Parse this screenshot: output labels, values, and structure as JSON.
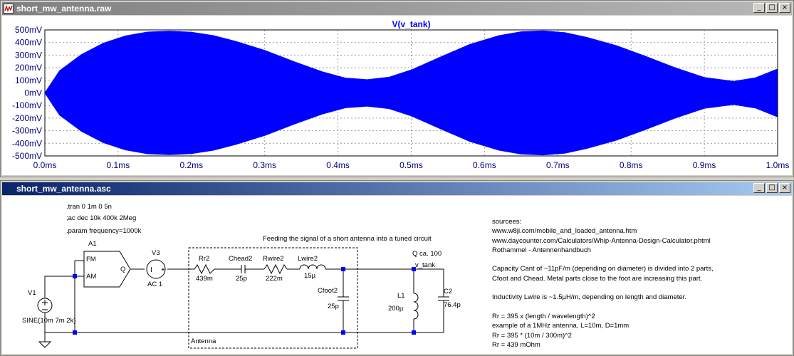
{
  "plot_window": {
    "title": "short_mw_antenna.raw",
    "trace_label": "V(v_tank)",
    "buttons": {
      "minimize": "_",
      "restore": "□",
      "close": "×"
    }
  },
  "chart_data": {
    "type": "area",
    "title": "V(v_tank)",
    "xlabel": "",
    "ylabel": "",
    "xlim": [
      0,
      1.0
    ],
    "ylim": [
      -500,
      500
    ],
    "x_tick_labels": [
      "0.0ms",
      "0.1ms",
      "0.2ms",
      "0.3ms",
      "0.4ms",
      "0.5ms",
      "0.6ms",
      "0.7ms",
      "0.8ms",
      "0.9ms",
      "1.0ms"
    ],
    "y_tick_labels": [
      "500mV",
      "400mV",
      "300mV",
      "200mV",
      "100mV",
      "0mV",
      "-100mV",
      "-200mV",
      "-300mV",
      "-400mV",
      "-500mV"
    ],
    "grid": true,
    "color": "#0000ff",
    "envelope": {
      "x": [
        0,
        0.02,
        0.05,
        0.08,
        0.11,
        0.14,
        0.17,
        0.2,
        0.23,
        0.26,
        0.3,
        0.34,
        0.38,
        0.41,
        0.44,
        0.47,
        0.5,
        0.54,
        0.58,
        0.62,
        0.65,
        0.68,
        0.71,
        0.74,
        0.78,
        0.82,
        0.86,
        0.9,
        0.94,
        0.97,
        1.0
      ],
      "upper": [
        0,
        175,
        305,
        395,
        452,
        483,
        490,
        482,
        455,
        410,
        338,
        248,
        165,
        118,
        105,
        125,
        182,
        285,
        385,
        455,
        485,
        492,
        478,
        440,
        375,
        290,
        200,
        122,
        92,
        120,
        190
      ]
    }
  },
  "schematic_window": {
    "title": "short_mw_antenna.asc",
    "buttons": {
      "minimize": "_",
      "restore": "□",
      "close": "×"
    },
    "directives": [
      ".tran 0 1m 0 5n",
      ";ac dec 10k 400k 2Meg",
      ".param frequency=1000k"
    ],
    "caption": "Feeding the signal of a short antenna into a tuned circuit",
    "q_label": "Q ca. 100",
    "net_label": "v_tank",
    "antenna_label": "Antenna",
    "components": {
      "A1": {
        "name": "A1",
        "pin_fm": "FM",
        "pin_am": "AM",
        "pin_q": "Q"
      },
      "V3": {
        "name": "V3",
        "value": "AC 1"
      },
      "V1": {
        "name": "V1",
        "value": "SINE(10m 7m 2k)"
      },
      "Rr2": {
        "name": "Rr2",
        "value": "439m"
      },
      "Chead2": {
        "name": "Chead2",
        "value": "25p"
      },
      "Rwire2": {
        "name": "Rwire2",
        "value": "222m"
      },
      "Lwire2": {
        "name": "Lwire2",
        "value": "15µ"
      },
      "Cfoot2": {
        "name": "Cfoot2",
        "value": "25p"
      },
      "L1": {
        "name": "L1",
        "value": "200µ"
      },
      "C2": {
        "name": "C2",
        "value": "76.4p"
      }
    },
    "notes": [
      "sourcees:",
      "www.w8ji.com/mobile_and_loaded_antenna.htm",
      "www.daycounter.com/Calculators/Whip-Antenna-Design-Calculator.phtml",
      "Rothammel - Antennenhandbuch",
      "",
      "Capacity Cant of ~11pF/m (depending on diameter) is divided into 2 parts,",
      "Cfoot and Chead. Metal parts close to the foot are increasing this part.",
      "",
      "Inductivity Lwire is ~1.5µH/m, depending on length and diameter.",
      "",
      "Rr = 395 x (length / wavelength)^2",
      "example of a 1MHz antenna, L=10m, D=1mm",
      "Rr = 395 * (10m / 300m)^2",
      "Rr = 439 mOhm"
    ]
  }
}
